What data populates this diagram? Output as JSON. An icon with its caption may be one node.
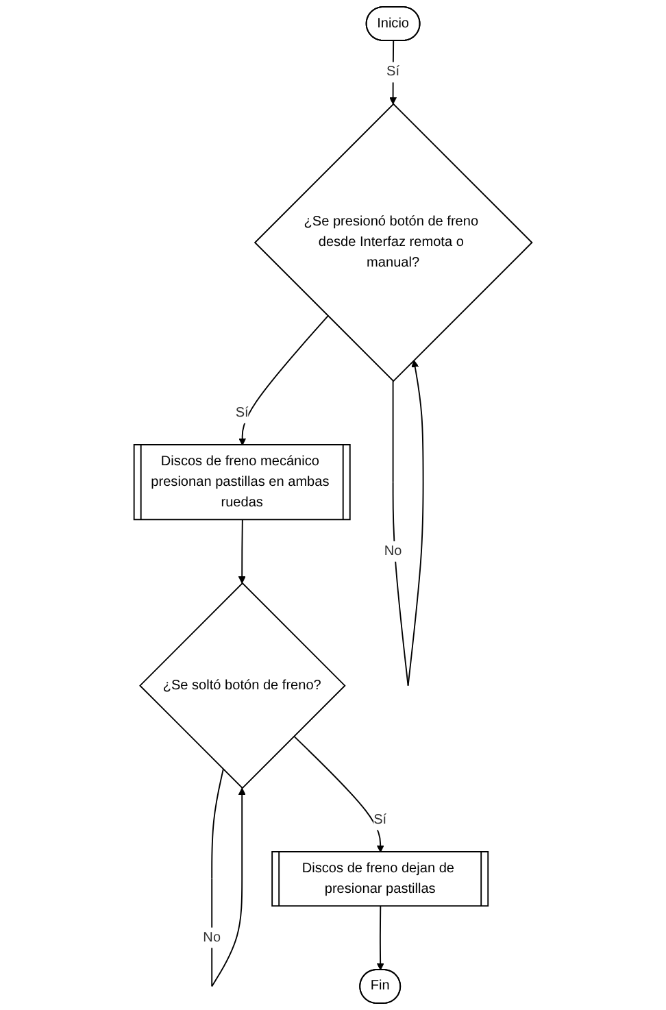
{
  "diagram": {
    "nodes": [
      {
        "text": [
          "Inicio"
        ]
      },
      {
        "text": [
          "¿Se presionó botón de freno desde Interfaz remota o manual?"
        ]
      },
      {
        "text": [
          "Discos de freno mecánico presionan pastillas en ambas ruedas"
        ]
      },
      {
        "text": [
          "¿Se soltó botón de freno?"
        ]
      },
      {
        "text": [
          "Discos de freno dejan de presionar pastillas"
        ]
      },
      {
        "text": [
          "Fin"
        ]
      }
    ],
    "edges": [
      {
        "from": 0,
        "to": 1,
        "arrow": "to",
        "label": "Sí"
      },
      {
        "from": 1,
        "to": 1,
        "arrow": "to",
        "label": "No"
      },
      {
        "from": 1,
        "to": 2,
        "arrow": "to",
        "label": "Sí"
      },
      {
        "from": 2,
        "to": 3,
        "arrow": "to"
      },
      {
        "from": 3,
        "to": 3,
        "arrow": "to",
        "label": "No"
      },
      {
        "from": 3,
        "to": 4,
        "arrow": "to",
        "label": "Sí"
      },
      {
        "from": 4,
        "to": 5,
        "arrow": "to"
      }
    ]
  }
}
